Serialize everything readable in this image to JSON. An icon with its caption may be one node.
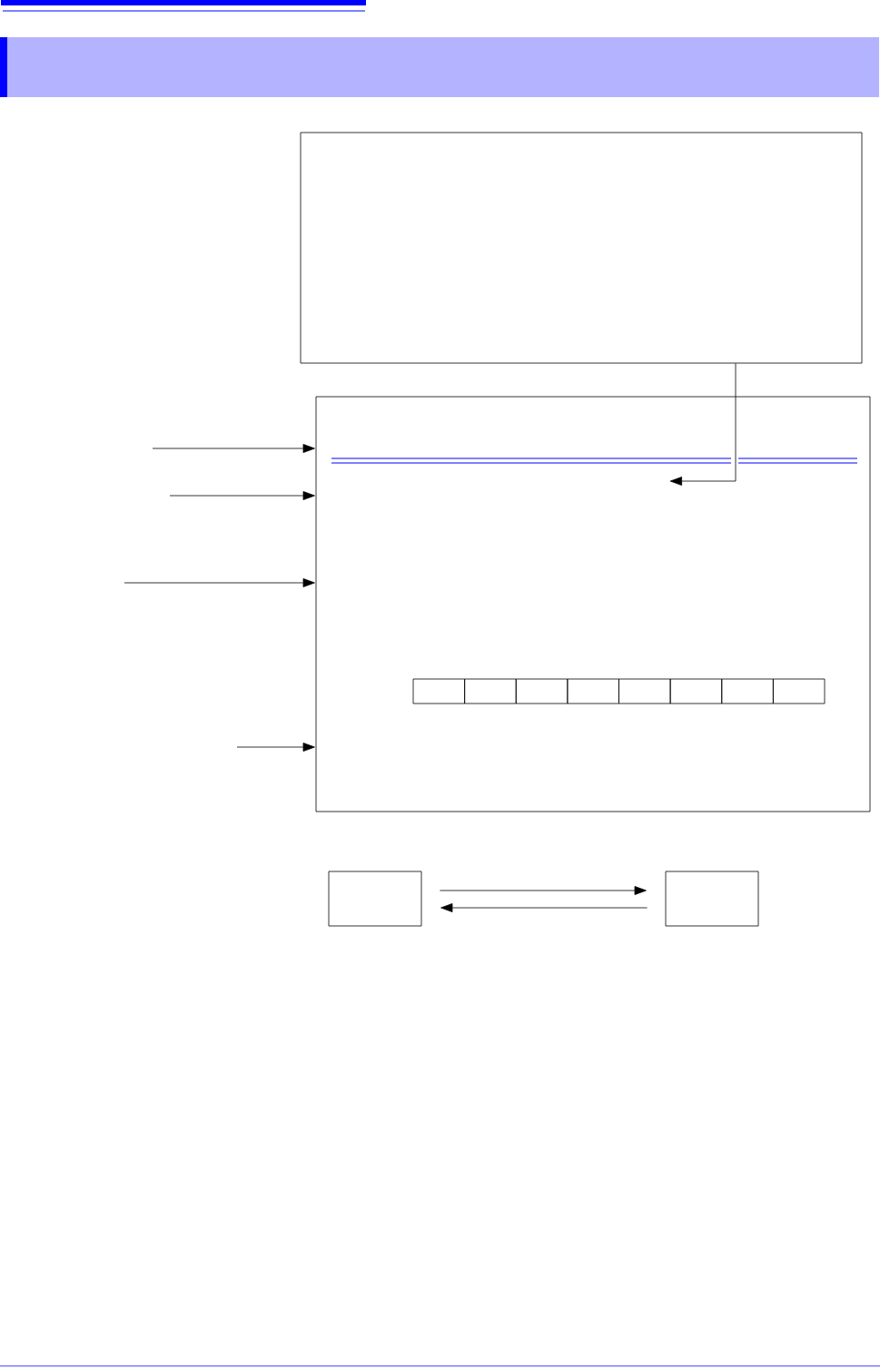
{
  "diagram": {
    "nodes": [
      {
        "text": [],
        "shape": "box"
      },
      {
        "text": [],
        "shape": "box"
      },
      {
        "text": [],
        "shape": "box",
        "in": 1
      },
      {
        "text": [],
        "shape": "box",
        "in": 1
      },
      {
        "text": [],
        "shape": "box",
        "in": 1
      },
      {
        "text": [],
        "shape": "box",
        "in": 1
      },
      {
        "text": [],
        "shape": "box",
        "in": 1
      },
      {
        "text": [],
        "shape": "box",
        "in": 1
      },
      {
        "text": [],
        "shape": "box",
        "in": 1
      },
      {
        "text": [],
        "shape": "box",
        "in": 1
      },
      {
        "text": [],
        "shape": "box"
      },
      {
        "text": [],
        "shape": "box"
      }
    ],
    "edges": [
      {
        "from": 0,
        "to": null,
        "arrow": "to"
      },
      {
        "from": null,
        "to": 1,
        "arrow": "to"
      },
      {
        "from": null,
        "to": 1,
        "arrow": "to"
      },
      {
        "from": null,
        "to": 1,
        "arrow": "to"
      },
      {
        "from": null,
        "to": 1,
        "arrow": "to"
      },
      {
        "from": 10,
        "to": 11,
        "arrow": "to"
      },
      {
        "from": 11,
        "to": 10,
        "arrow": "to"
      }
    ]
  }
}
